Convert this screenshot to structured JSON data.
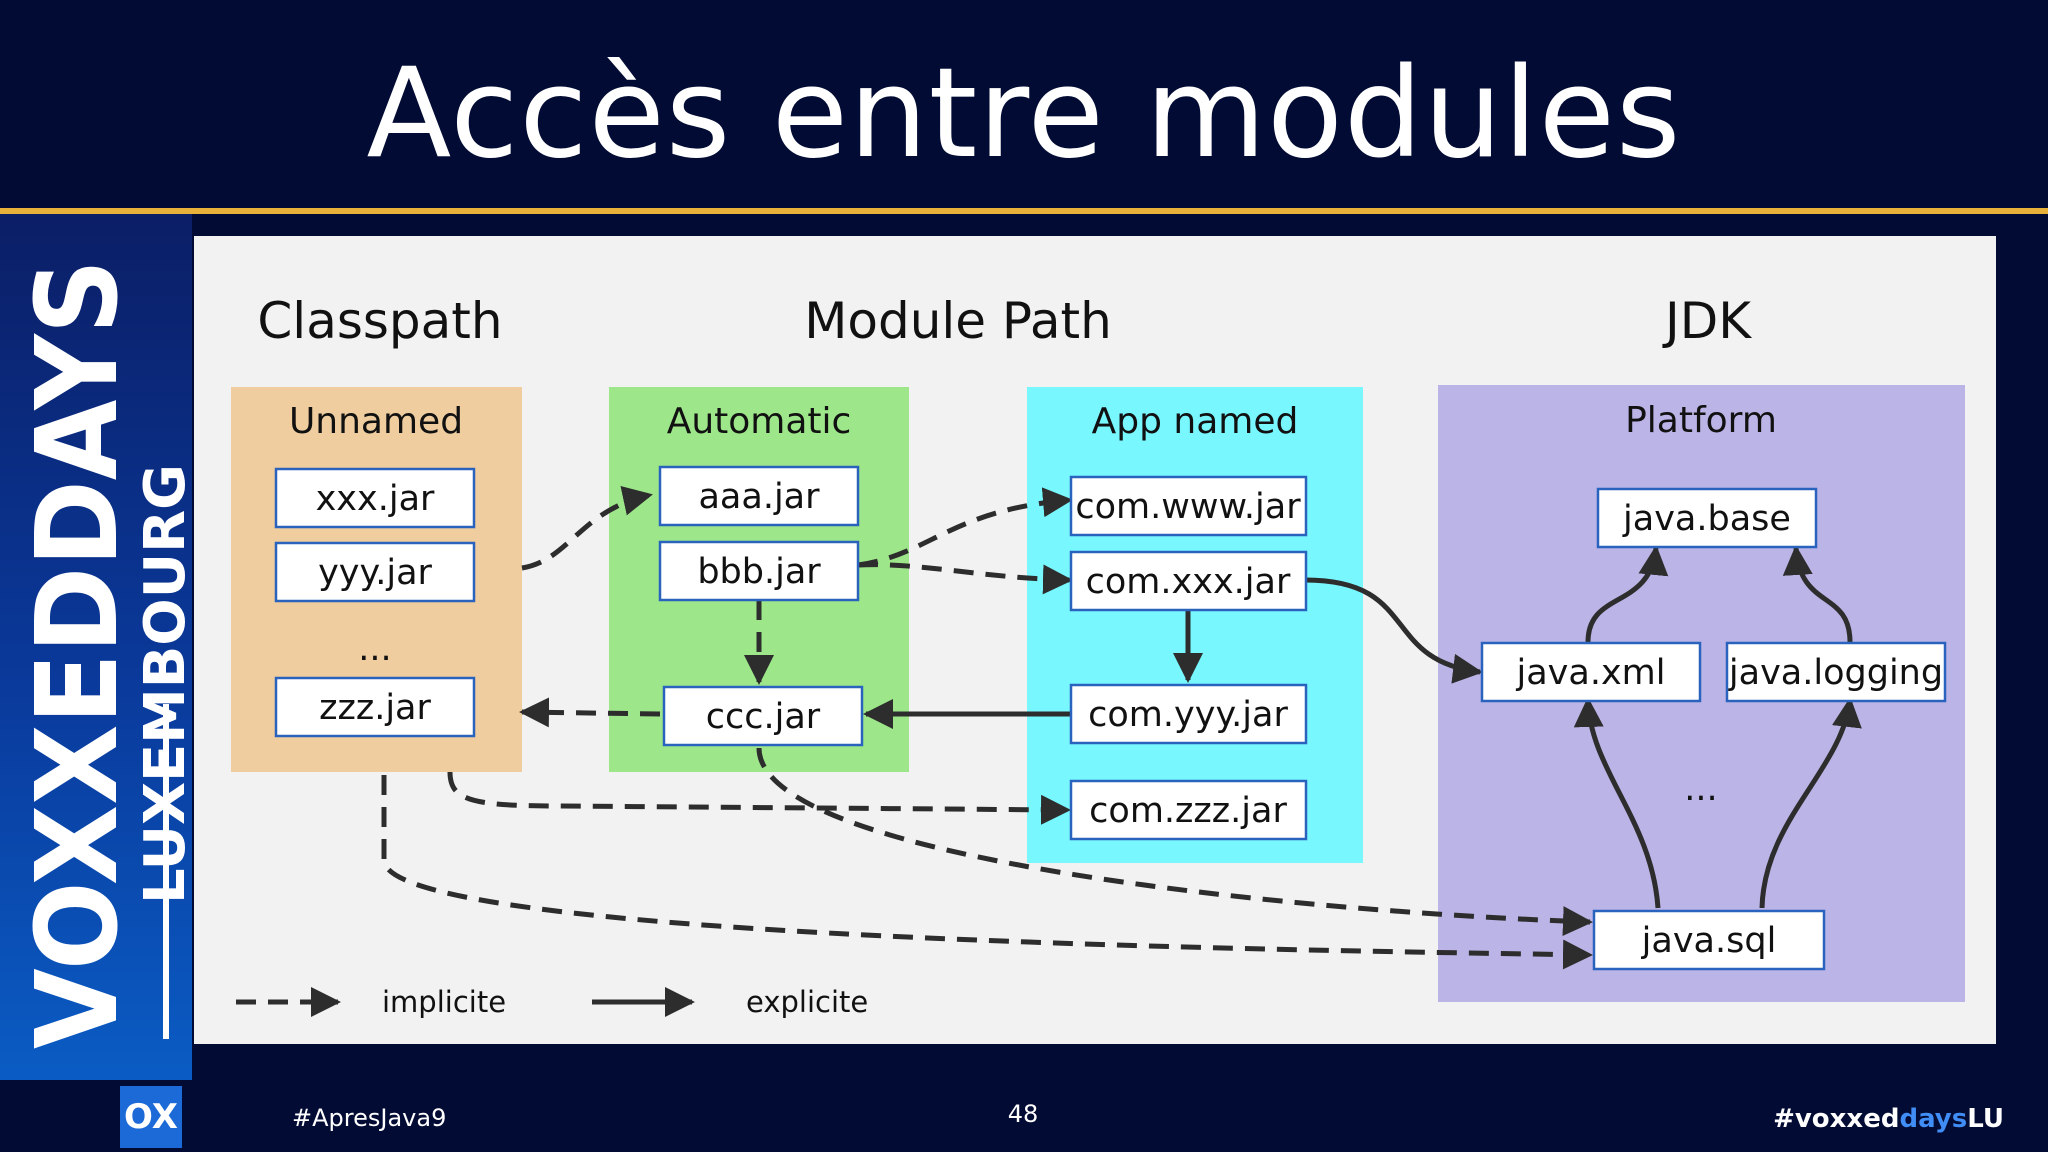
{
  "slide": {
    "title": "Accès entre modules",
    "page_number": "48"
  },
  "branding": {
    "brand_main": "VOXXEDDAYS",
    "brand_sub": "LUXEMBOURG",
    "footer_logo": "OX",
    "hashtag_left": "#ApresJava9",
    "hashtag_right_prefix": "#voxxed",
    "hashtag_right_accent": "days",
    "hashtag_right_suffix": "LU"
  },
  "colors": {
    "background": "#020b33",
    "accent_line": "#e8b23a",
    "classpath": "#efcd9f",
    "automatic": "#9de78a",
    "app_named": "#78f7ff",
    "platform": "#bbb4e6",
    "box_border": "#2a63bd"
  },
  "diagram": {
    "headers": {
      "classpath": "Classpath",
      "module_path": "Module Path",
      "jdk": "JDK"
    },
    "groups": {
      "unnamed": "Unnamed",
      "automatic": "Automatic",
      "app_named": "App named",
      "platform": "Platform"
    },
    "modules": {
      "xxx": "xxx.jar",
      "yyy": "yyy.jar",
      "unnamed_ellipsis": "...",
      "zzz": "zzz.jar",
      "aaa": "aaa.jar",
      "bbb": "bbb.jar",
      "ccc": "ccc.jar",
      "com_www": "com.www.jar",
      "com_xxx": "com.xxx.jar",
      "com_yyy": "com.yyy.jar",
      "com_zzz": "com.zzz.jar",
      "java_base": "java.base",
      "java_xml": "java.xml",
      "java_logging": "java.logging",
      "platform_ellipsis": "...",
      "java_sql": "java.sql"
    },
    "legend": {
      "implicit": "implicite",
      "explicit": "explicite"
    }
  }
}
